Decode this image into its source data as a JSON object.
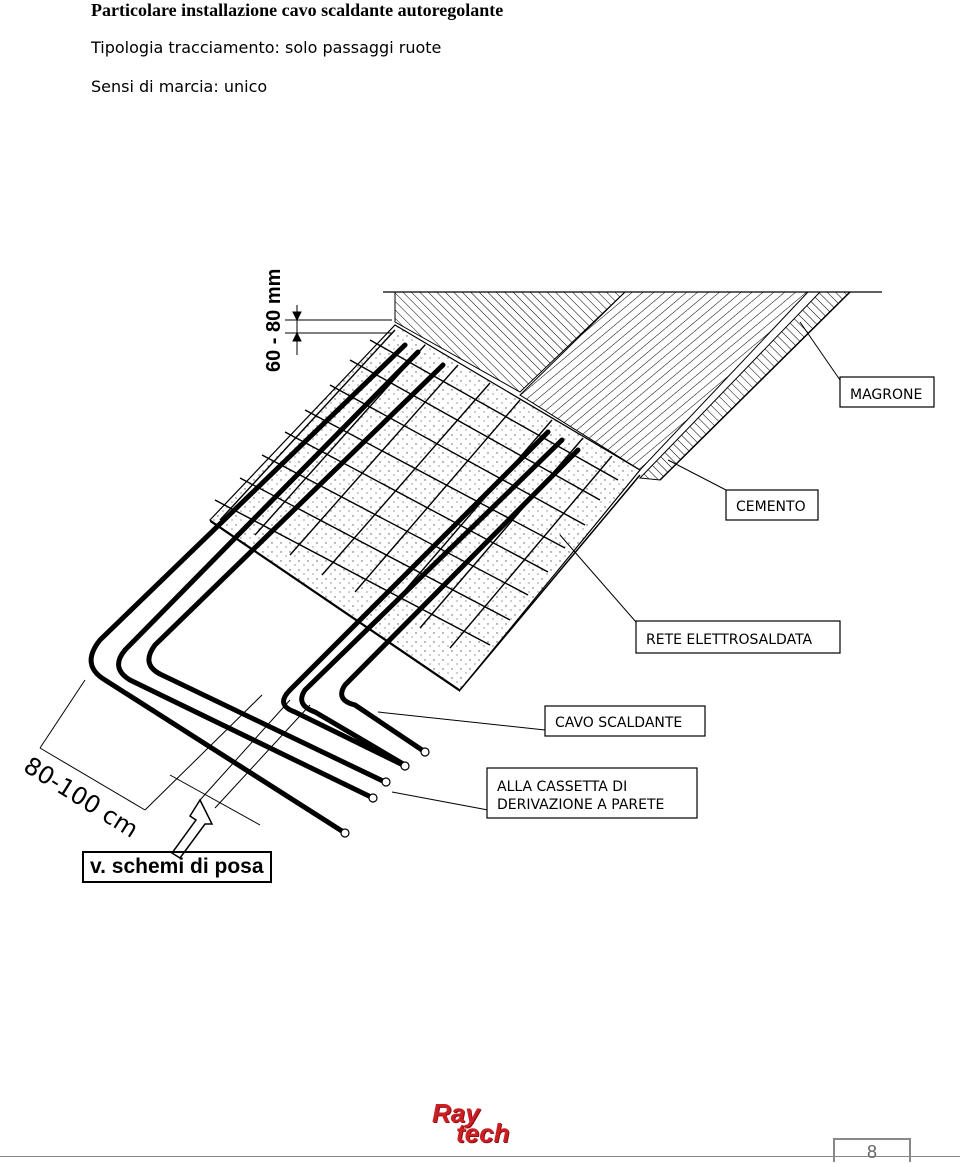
{
  "header": {
    "title": "Particolare installazione cavo scaldante autoregolante",
    "line1": "Tipologia tracciamento: solo passaggi ruote",
    "line2": "Sensi di marcia: unico"
  },
  "drawing": {
    "depth_label": "60 - 80 mm",
    "width_label": "80-100 cm",
    "labels": {
      "magrone": "MAGRONE",
      "cemento": "CEMENTO",
      "rete": "RETE ELETTROSALDATA",
      "cavo": "CAVO SCALDANTE",
      "cassetta_1": "ALLA CASSETTA DI",
      "cassetta_2": "DERIVAZIONE A PARETE"
    },
    "reference": "v. schemi di posa"
  },
  "footer": {
    "logo_top": "Ray",
    "logo_bottom": "tech",
    "page_number": "8"
  }
}
